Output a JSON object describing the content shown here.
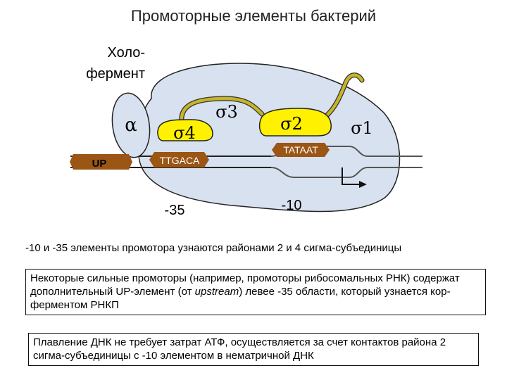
{
  "title": "Промоторные элементы бактерий",
  "diagram": {
    "holoenzyme_label": "Холо-\nфермент",
    "alpha": "α",
    "up": "UP",
    "sigma3": "σ3",
    "sigma4": "σ4",
    "sigma2": "σ2",
    "sigma1": "σ1",
    "ttgaca": "TTGACA",
    "tataat": "TATAAT",
    "minus35": "-35",
    "minus10": "-10"
  },
  "captions": {
    "line1": "-10 и -35 элементы промотора узнаются районами 2 и 4 сигма-субъединицы",
    "box1_part1": "Некоторые сильные промоторы (например, промоторы рибосомальных РНК) содержат дополнительный UP-элемент (от ",
    "box1_italic": "upstream",
    "box1_part2": ") левее -35 области, который узнается кор-ферментом РНКП",
    "box2": "Плавление ДНК не требует затрат АТФ, осуществляется за счет контактов района 2 сигма-субъединицы с -10 элементом в нематричной ДНК"
  },
  "colors": {
    "holoenzyme_fill": "#d7e1ef",
    "sigma_fill": "#fff100",
    "linker": "#c6b429",
    "up_fill": "#9b5515"
  }
}
